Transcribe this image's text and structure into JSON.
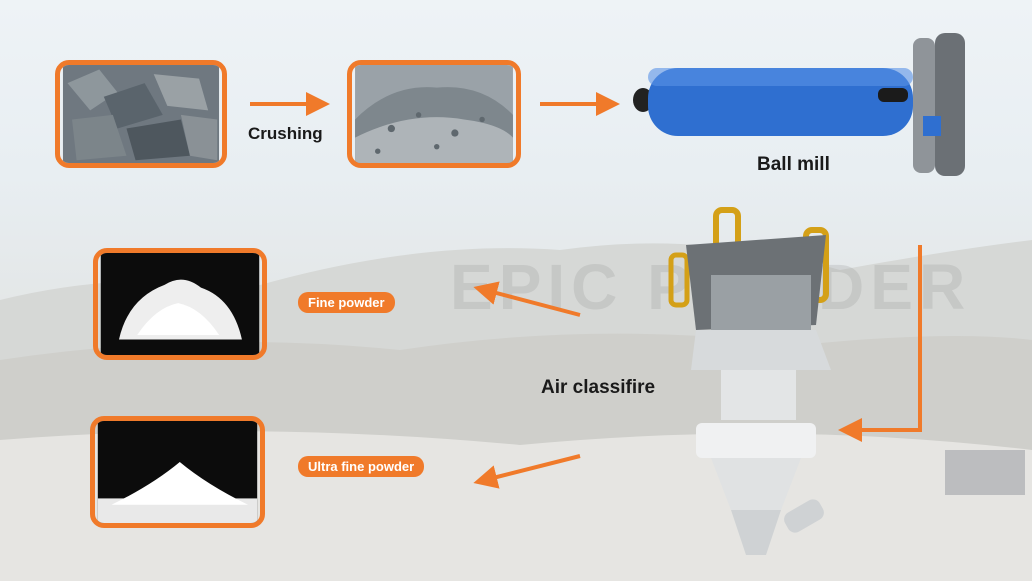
{
  "watermark": "EPIC POWDER",
  "steps": {
    "crushing_label": "Crushing",
    "ball_mill_label": "Ball mill",
    "air_classifier_label": "Air classifire",
    "fine_powder_label": "Fine powder",
    "ultra_fine_powder_label": "Ultra fine powder"
  },
  "colors": {
    "accent": "#f07a2a",
    "ball_mill_blue": "#2f6fd0",
    "frame_border": "#f07a2a"
  },
  "icons": [
    "raw-rock-image",
    "crushed-stone-image",
    "ball-mill-image",
    "air-classifier-image",
    "fine-powder-image",
    "ultra-fine-powder-image"
  ]
}
